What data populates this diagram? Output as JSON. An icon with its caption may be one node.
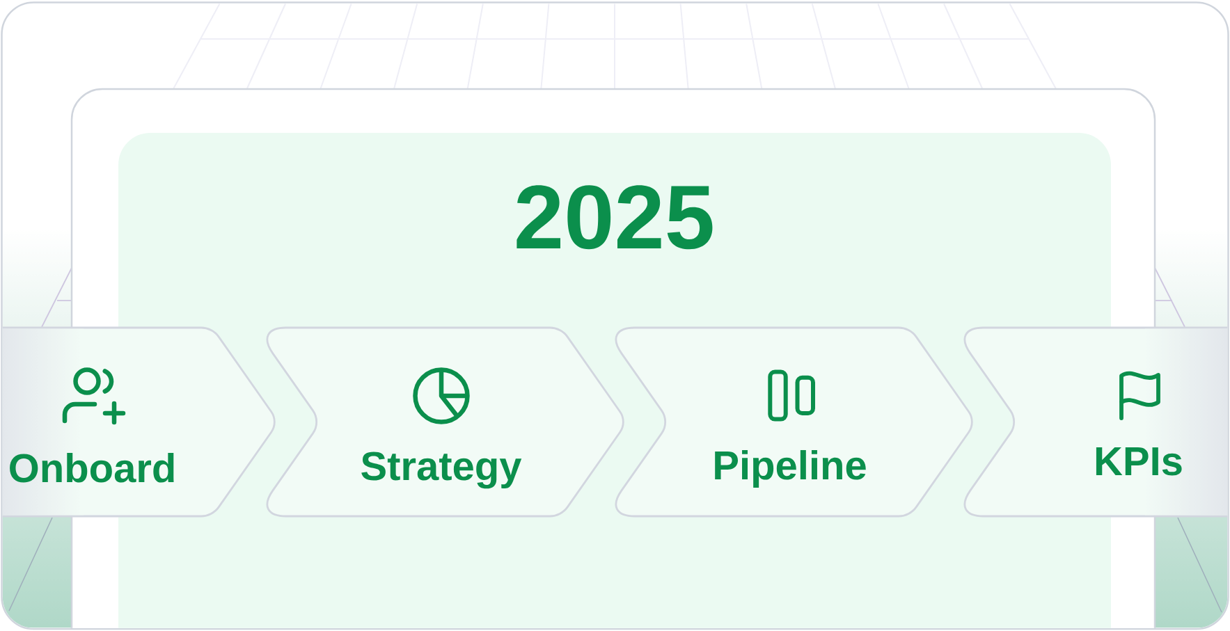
{
  "diagram": {
    "title": "2025",
    "nodes": [
      {
        "text": [
          "Onboard"
        ]
      },
      {
        "text": [
          "Strategy"
        ]
      },
      {
        "text": [
          "Pipeline"
        ]
      },
      {
        "text": [
          "KPIs"
        ]
      }
    ]
  }
}
